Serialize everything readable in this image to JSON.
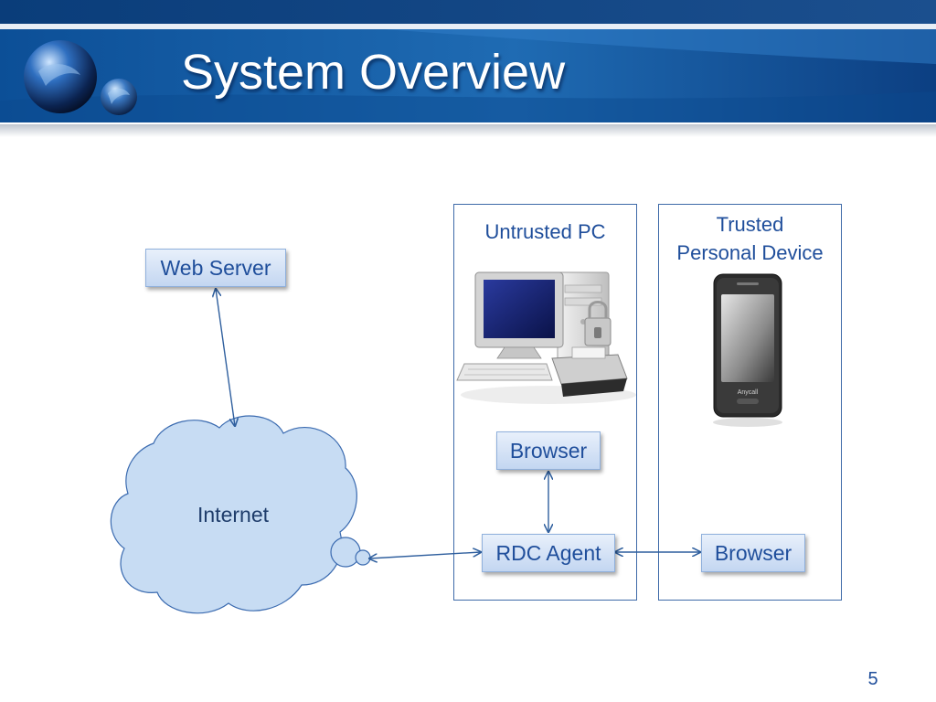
{
  "slide": {
    "title": "System Overview",
    "page_number": "5"
  },
  "panels": {
    "untrusted": {
      "label": "Untrusted PC"
    },
    "trusted": {
      "label_line1": "Trusted",
      "label_line2": "Personal Device"
    }
  },
  "nodes": {
    "web_server": "Web Server",
    "internet": "Internet",
    "pc_browser": "Browser",
    "rdc_agent": "RDC Agent",
    "device_browser": "Browser"
  },
  "images": {
    "computer": "desktop-computer-icon",
    "phone": "smartphone-icon"
  },
  "colors": {
    "header_blue": "#1c5ea8",
    "text_blue": "#1f4e9b",
    "node_fill": "#c3d6f1",
    "cloud_fill": "#c7dcf3",
    "connector": "#2f5f9e"
  },
  "phone_brand": "Anycall"
}
